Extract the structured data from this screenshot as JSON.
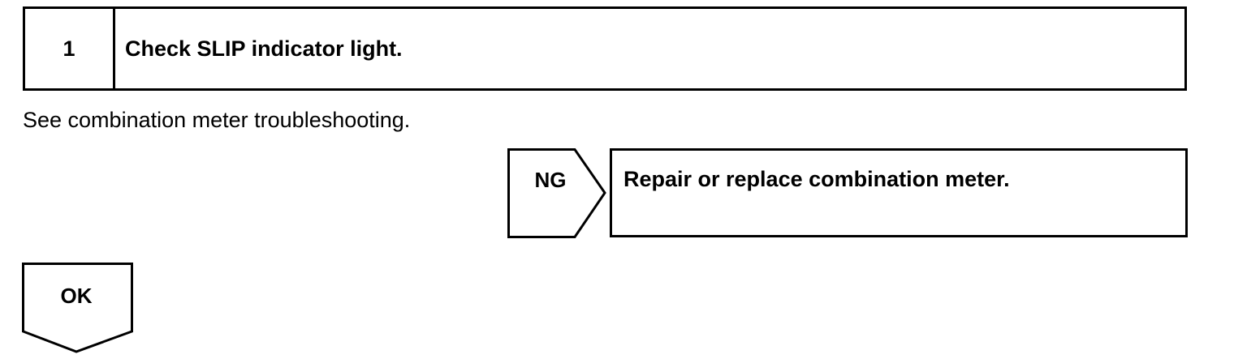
{
  "step": {
    "number": "1",
    "title": "Check SLIP indicator light."
  },
  "instruction": "See combination meter troubleshooting.",
  "results": {
    "ng": {
      "label": "NG",
      "action": "Repair or replace combination meter."
    },
    "ok": {
      "label": "OK"
    }
  }
}
